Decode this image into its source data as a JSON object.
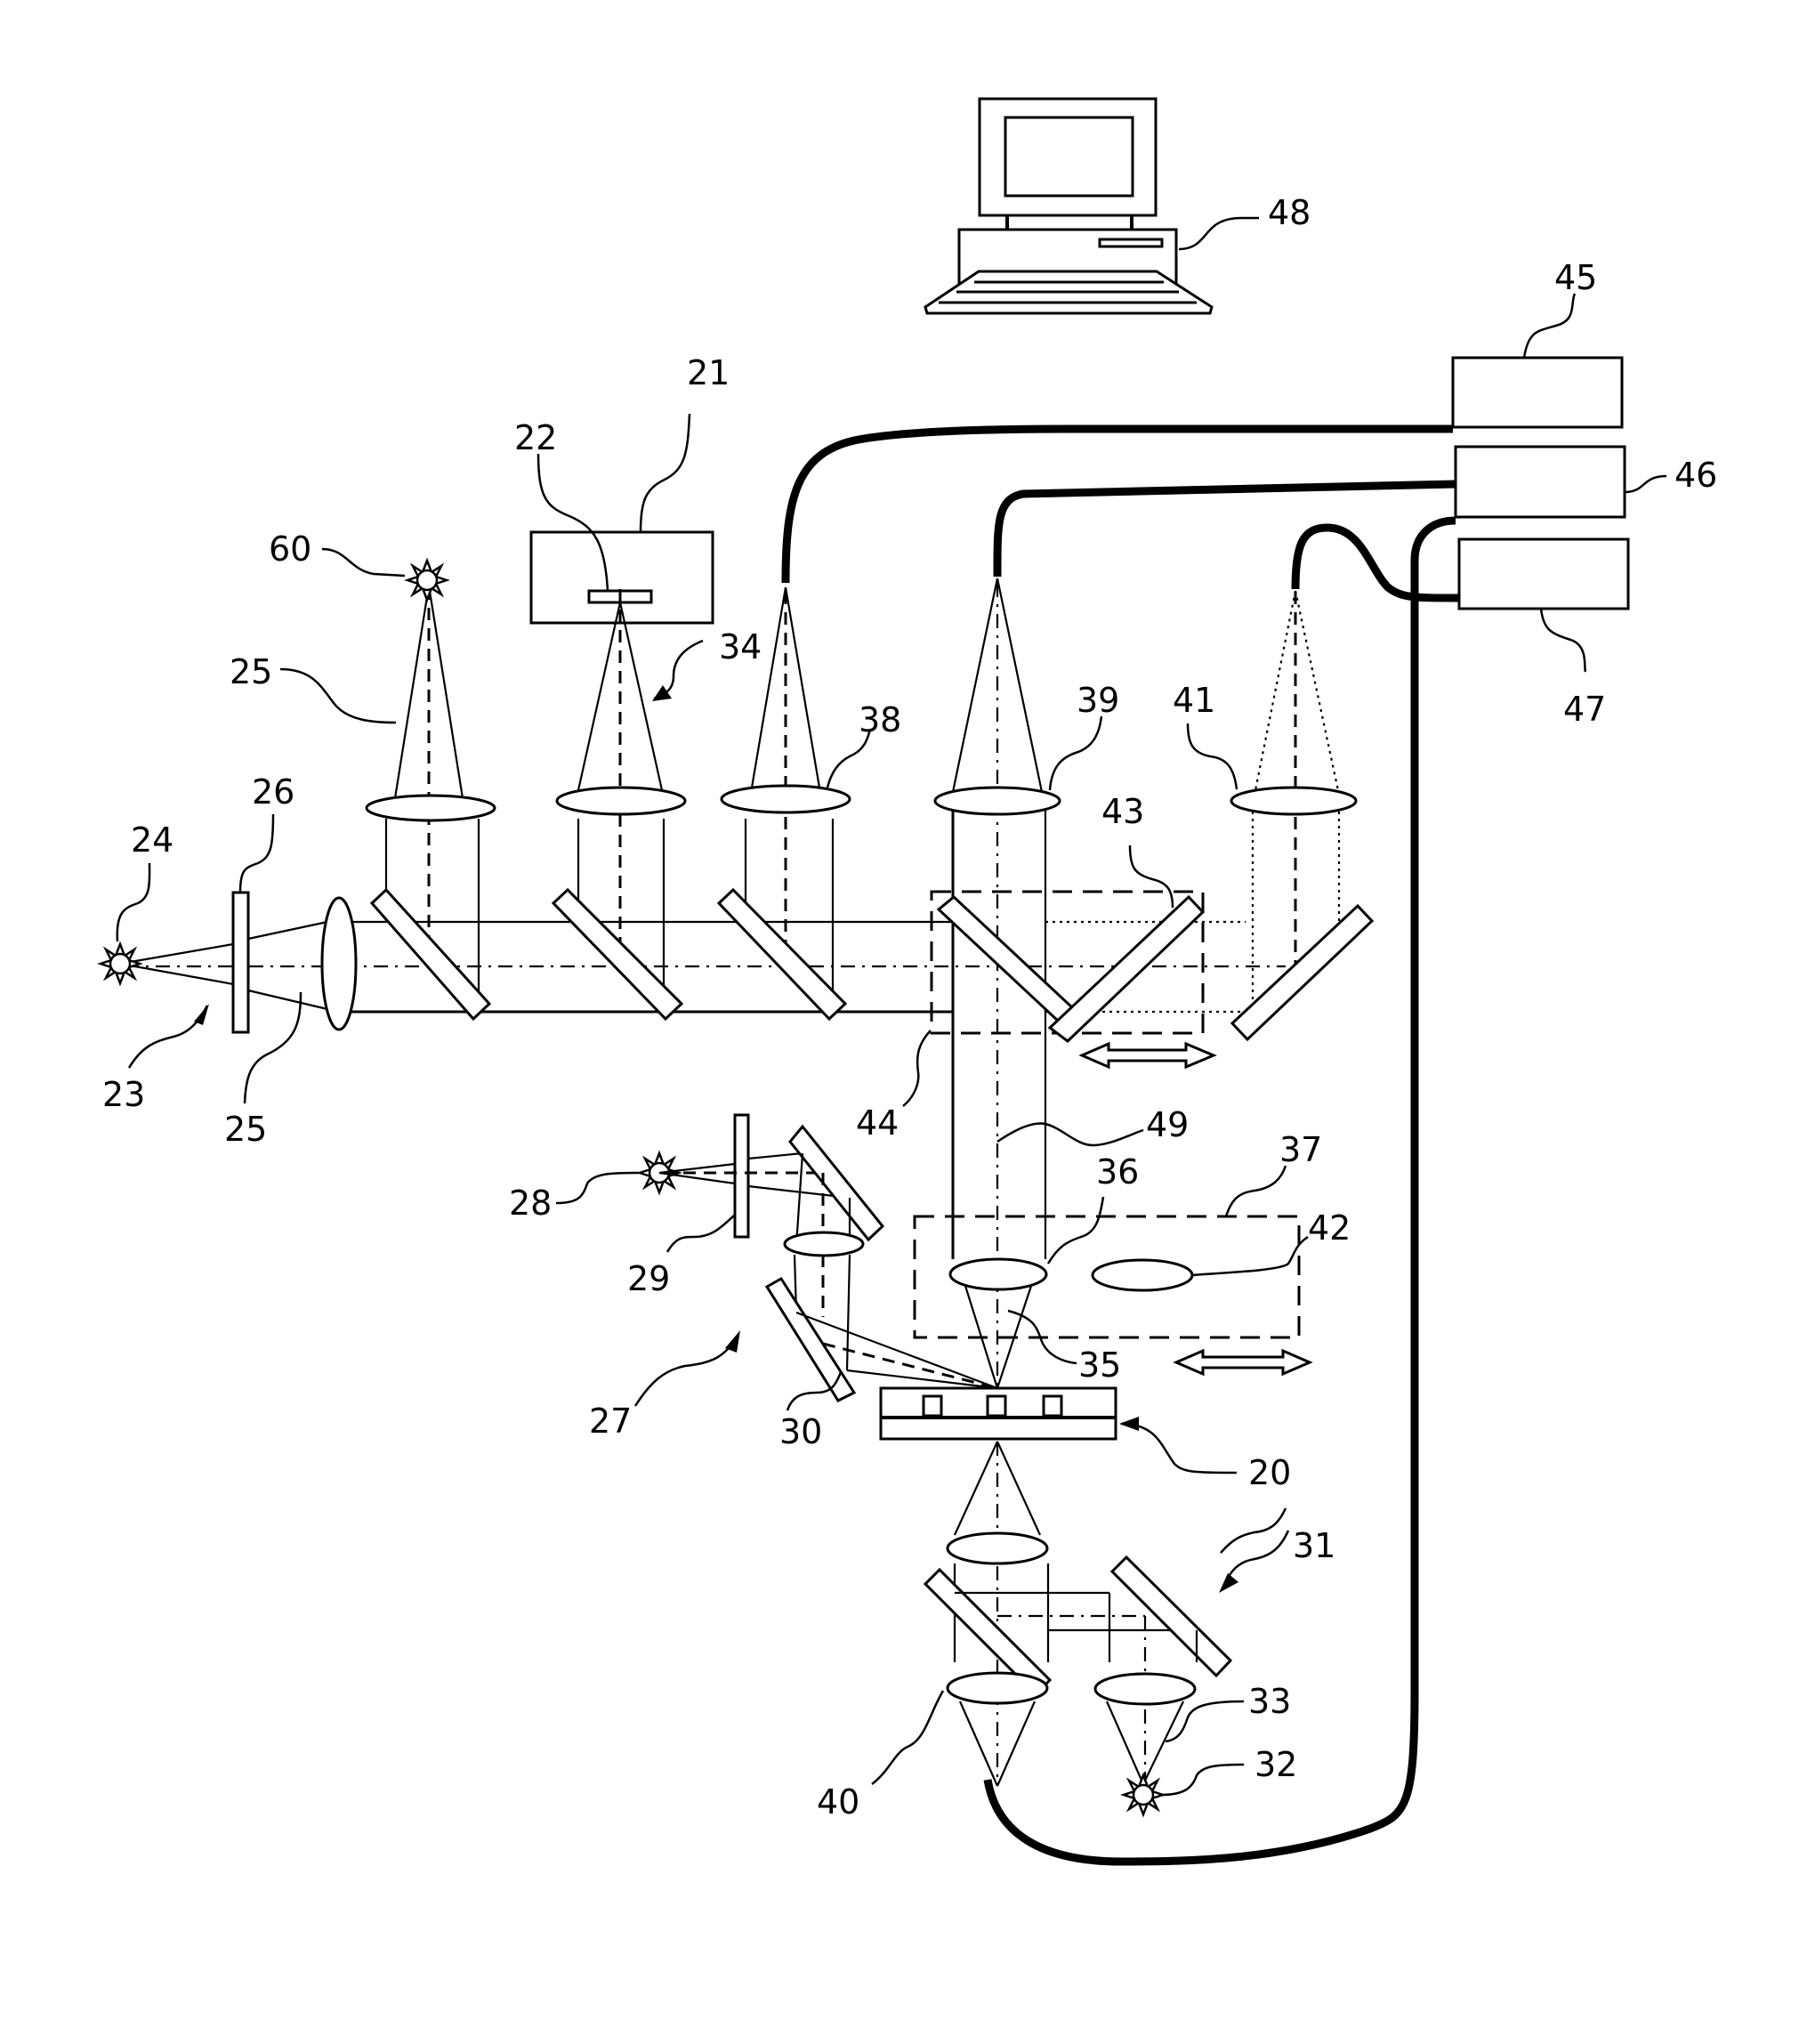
{
  "figure": {
    "type": "optical system schematic",
    "labels": {
      "l20": "20",
      "l21": "21",
      "l22": "22",
      "l23": "23",
      "l24": "24",
      "l25a": "25",
      "l25b": "25",
      "l26": "26",
      "l27": "27",
      "l28": "28",
      "l29": "29",
      "l30": "30",
      "l31": "31",
      "l32": "32",
      "l33": "33",
      "l34": "34",
      "l35": "35",
      "l36": "36",
      "l37": "37",
      "l38": "38",
      "l39": "39",
      "l40": "40",
      "l41": "41",
      "l42": "42",
      "l43": "43",
      "l44": "44",
      "l45": "45",
      "l46": "46",
      "l47": "47",
      "l48": "48",
      "l49": "49",
      "l60": "60"
    },
    "components": [
      {
        "ref": "20",
        "name": "sample-substrate"
      },
      {
        "ref": "21",
        "name": "camera"
      },
      {
        "ref": "22",
        "name": "image-sensor"
      },
      {
        "ref": "23",
        "name": "illumination-path"
      },
      {
        "ref": "24",
        "name": "light-source"
      },
      {
        "ref": "25",
        "name": "light-beam"
      },
      {
        "ref": "26",
        "name": "filter"
      },
      {
        "ref": "27",
        "name": "oblique-illumination-path"
      },
      {
        "ref": "28",
        "name": "light-source"
      },
      {
        "ref": "29",
        "name": "filter"
      },
      {
        "ref": "30",
        "name": "oblique-beam"
      },
      {
        "ref": "31",
        "name": "transmission-illumination-path"
      },
      {
        "ref": "32",
        "name": "light-source"
      },
      {
        "ref": "33",
        "name": "beam"
      },
      {
        "ref": "34",
        "name": "imaging-path"
      },
      {
        "ref": "35",
        "name": "focus-cone"
      },
      {
        "ref": "36",
        "name": "objective-lens"
      },
      {
        "ref": "37",
        "name": "lens-slider"
      },
      {
        "ref": "38",
        "name": "lens"
      },
      {
        "ref": "39",
        "name": "lens"
      },
      {
        "ref": "40",
        "name": "lens"
      },
      {
        "ref": "41",
        "name": "lens"
      },
      {
        "ref": "42",
        "name": "alternate-lens"
      },
      {
        "ref": "43",
        "name": "mirror"
      },
      {
        "ref": "44",
        "name": "mirror-slider"
      },
      {
        "ref": "45",
        "name": "detector-unit"
      },
      {
        "ref": "46",
        "name": "detector-unit"
      },
      {
        "ref": "47",
        "name": "detector-unit"
      },
      {
        "ref": "48",
        "name": "computer"
      },
      {
        "ref": "49",
        "name": "optical-axis"
      },
      {
        "ref": "60",
        "name": "light-source"
      }
    ]
  }
}
